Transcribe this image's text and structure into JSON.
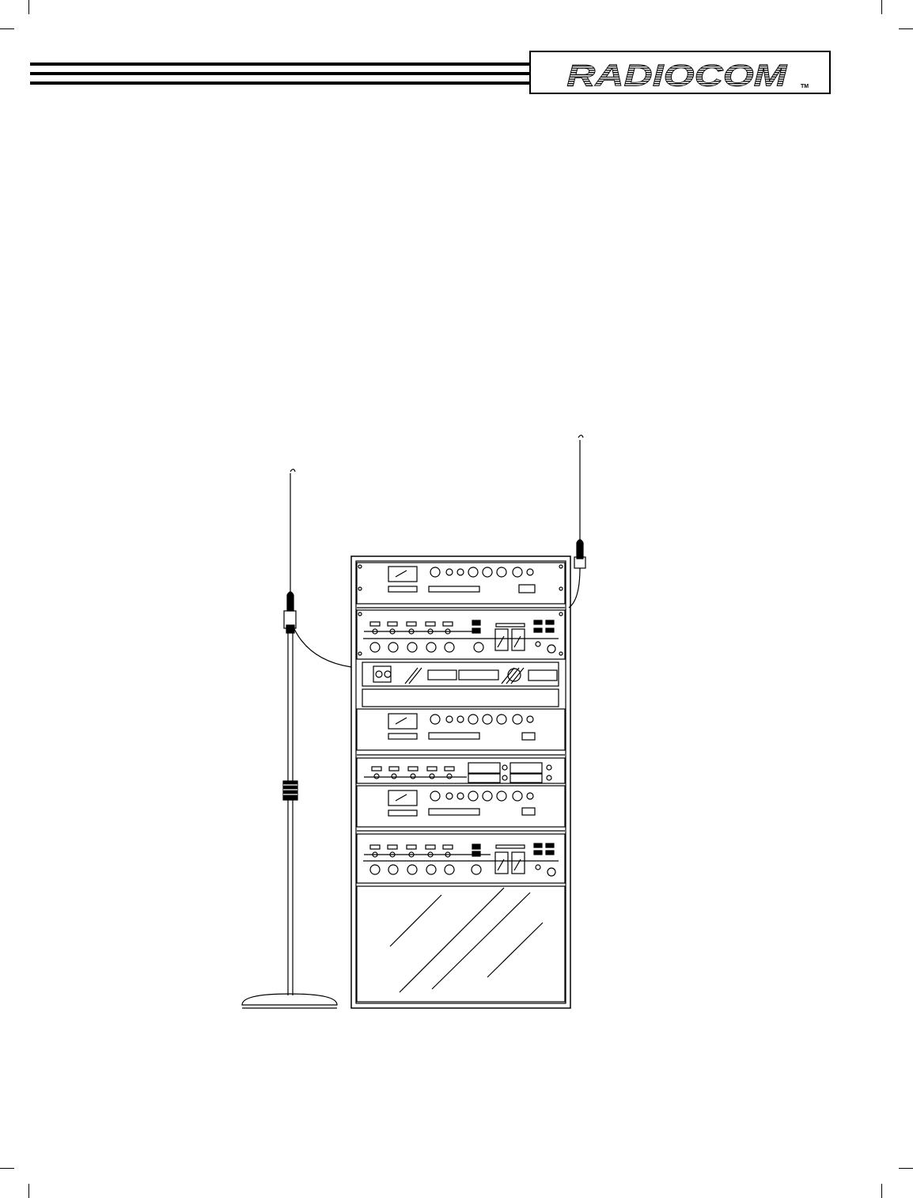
{
  "header": {
    "logo_text": "RADIOCOM",
    "trademark": "TM"
  },
  "colors": {
    "ink": "#000000",
    "paper": "#ffffff"
  },
  "illustration": {
    "subject": "equipment-rack-with-antennas"
  }
}
